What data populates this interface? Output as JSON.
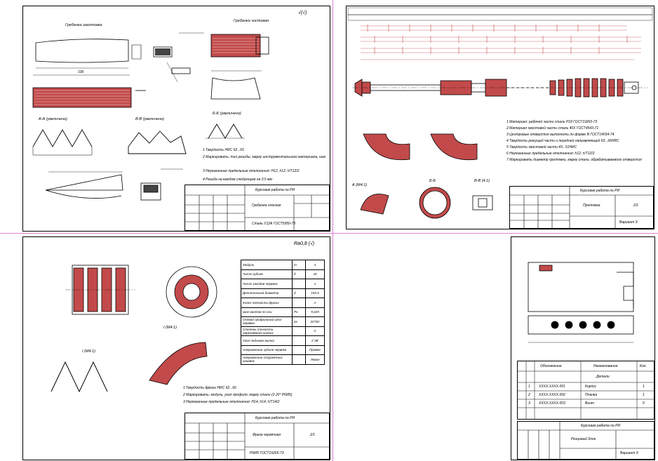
{
  "sheet1": {
    "roughness": "√(√)",
    "views": {
      "blank": "Гребенка заготовка",
      "finished": "Гребенка чистовая",
      "section_aa": "А-А (увеличено)",
      "section_bb": "В-В (увеличено)",
      "section_b": "Б-Б (увеличено)"
    },
    "notes": [
      "1  Твердость HRC 62...65",
      "2  Маркировать: тип резьбы, марку инструментального материала, шаг",
      "3  Неуказанные предельные отклонения: H12, h12, ±IT12/2",
      "4  Резьба на каждом следующем на 0,5 мм"
    ],
    "title_block": {
      "course": "Курсовая работа по РИ",
      "name": "Гребенка плоская",
      "material": "Сталь У12А  ГОСТ5950-73"
    }
  },
  "sheet2": {
    "notes": [
      "1  Материал: рабочей части сталь Р18 ГОСТ19265-73",
      "2  Материал хвостовой части сталь 40Х ГОСТ4543-71",
      "3  Центровые отверстия выполнить по форме В ГОСТ14034-74",
      "4  Твердость режущей части и передней направляющей 63...66HRC",
      "5  Твердость хвостовой части 43...51HRC",
      "6  Неуказанные предельные отклонения: h12, ±IT12/2",
      "7  Маркировать диаметр протяжки, марку стали, обрабатываемого отверстия"
    ],
    "sections": {
      "a": "А (М4:1)",
      "b": "Б-Б",
      "c": "В-В (4:1)"
    },
    "title_block": {
      "course": "Курсовая работа по РИ",
      "name": "Протяжка",
      "sheet": "2/1",
      "variant": "Вариант 9"
    }
  },
  "sheet3": {
    "roughness": "Ra0,8 (√)",
    "params": [
      [
        "Модуль",
        "m",
        "3"
      ],
      [
        "Число зубьев",
        "Z",
        "18"
      ],
      [
        "Число заходов червяка",
        "",
        "1"
      ],
      [
        "Делительный диаметр",
        "d",
        "155,5"
      ],
      [
        "Класс точности фрезы",
        "",
        "A"
      ],
      [
        "Шаг винтов по оси",
        "Px",
        "9,425"
      ],
      [
        "Осевой профильный угол червяка",
        "αx",
        "20°00'"
      ],
      [
        "Степень точности нарезаемого колеса",
        "",
        "C"
      ],
      [
        "Угол подъема витка",
        "",
        "1°48'"
      ],
      [
        "Направление зубьев червяка",
        "",
        "Правое"
      ],
      [
        "Направление стружечных канавок",
        "",
        "Левое"
      ]
    ],
    "views": {
      "detail": "Ι (М4:1)",
      "detail2": "Ι (М4:1)"
    },
    "notes": [
      "1  Твердость фрезы HRC 62...66",
      "2  Маркировать: модуль, угол профиля, марку стали (3 20° Р6М5)",
      "3  Неуказанные предельные отклонения: H14, h14, ±IT14/2"
    ],
    "title_block": {
      "course": "Курсовая работа по РИ",
      "name": "Фреза червячная",
      "sheet": "2/1",
      "material": "Р6М5 ГОСТ19265-73"
    }
  },
  "sheet4": {
    "spec_headers": [
      "Обозначение",
      "Наименование",
      "Кол."
    ],
    "spec_section": "Детали",
    "spec_rows": [
      [
        "1",
        "ХХХХ.ХХХХ.001",
        "Корпус",
        "1"
      ],
      [
        "2",
        "ХХХХ.ХХХХ.002",
        "Планка",
        "1"
      ],
      [
        "3",
        "ХХХХ.ХХХХ.003",
        "Винт",
        "5"
      ]
    ],
    "title_block": {
      "course": "Курсовая работа по РИ",
      "name": "Резцовый блок",
      "variant": "Вариант 9"
    }
  }
}
